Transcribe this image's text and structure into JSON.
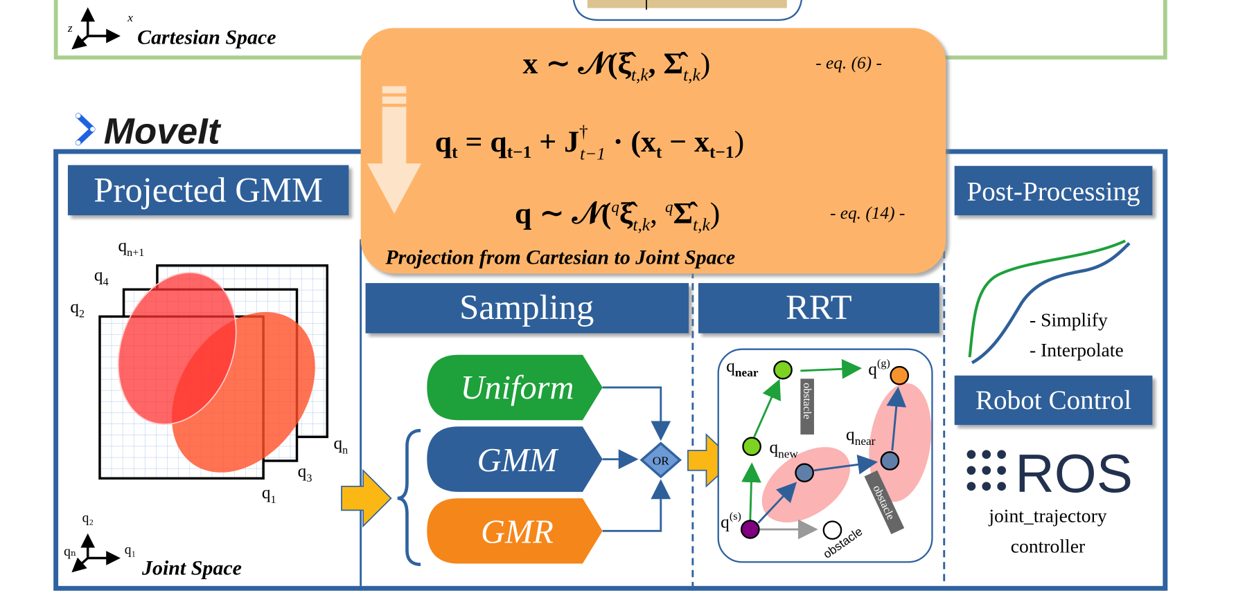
{
  "cartesian": {
    "label": "Cartesian Space",
    "axis_x": "x",
    "axis_z": "z"
  },
  "moveit": {
    "logo_text": "MoveIt"
  },
  "projection": {
    "eq1": {
      "lhs": "x ∼ 𝒩(ξ̂",
      "sub1": "t,k",
      "mid": ", Σ̂",
      "sub2": "t,k",
      "end": ")",
      "tag": "- eq. (6) -"
    },
    "eq2": {
      "a": "q",
      "a_sub": "t",
      "b": " = q",
      "b_sub": "t−1",
      "c": " + J",
      "c_sup": "†",
      "c_sub": "t−1",
      "d": " · (x",
      "d_sub": "t",
      "e": " − x",
      "e_sub": "t−1",
      "f": ")"
    },
    "eq3": {
      "lhs": "q ∼ 𝒩(",
      "sup1": "q",
      "x1": "ξ̂",
      "sub1": "t,k",
      "mid": ", ",
      "sup2": "q",
      "x2": "Σ̂",
      "sub2": "t,k",
      "end": ")",
      "tag": "- eq. (14) -"
    },
    "caption": "Projection from Cartesian to Joint Space"
  },
  "projected_gmm": {
    "title": "Projected GMM",
    "labels": {
      "qn1": "q",
      "qn1_sub": "n+1",
      "q4": "q",
      "q4_sub": "4",
      "q2": "q",
      "q2_sub": "2",
      "qn": "q",
      "qn_sub": "n",
      "q3": "q",
      "q3_sub": "3",
      "q1": "q",
      "q1_sub": "1"
    },
    "axes": {
      "up": "q₂",
      "right": "q₁",
      "diag": "qₙ",
      "label": "Joint Space"
    }
  },
  "sampling": {
    "title": "Sampling",
    "options": [
      {
        "label": "Uniform",
        "color": "#1ea03a"
      },
      {
        "label": "GMM",
        "color": "#2e5f99"
      },
      {
        "label": "GMR",
        "color": "#f5861a"
      }
    ],
    "or_label": "OR"
  },
  "rrt": {
    "title": "RRT",
    "labels": {
      "q_near_top": "q",
      "q_near_top_sub": "near",
      "q_goal": "q",
      "q_goal_sup": "(g)",
      "q_new": "q",
      "q_new_sub": "new",
      "q_near_right": "q",
      "q_near_right_sub": "near",
      "q_start": "q",
      "q_start_sup": "(s)"
    },
    "obstacle_label": "obstacle"
  },
  "post_processing": {
    "title": "Post-Processing",
    "steps": [
      "- Simplify",
      "- Interpolate"
    ]
  },
  "robot_control": {
    "title": "Robot Control",
    "ros_logo": "ROS",
    "controller_line1": "joint_trajectory",
    "controller_line2": "controller"
  },
  "colors": {
    "frame_blue": "#2f62a0",
    "header_blue": "#2e5f99",
    "cartesian_green": "#a9cf8e",
    "projection_orange": "#fdb46b",
    "arrow_yellow": "#fbb814"
  }
}
